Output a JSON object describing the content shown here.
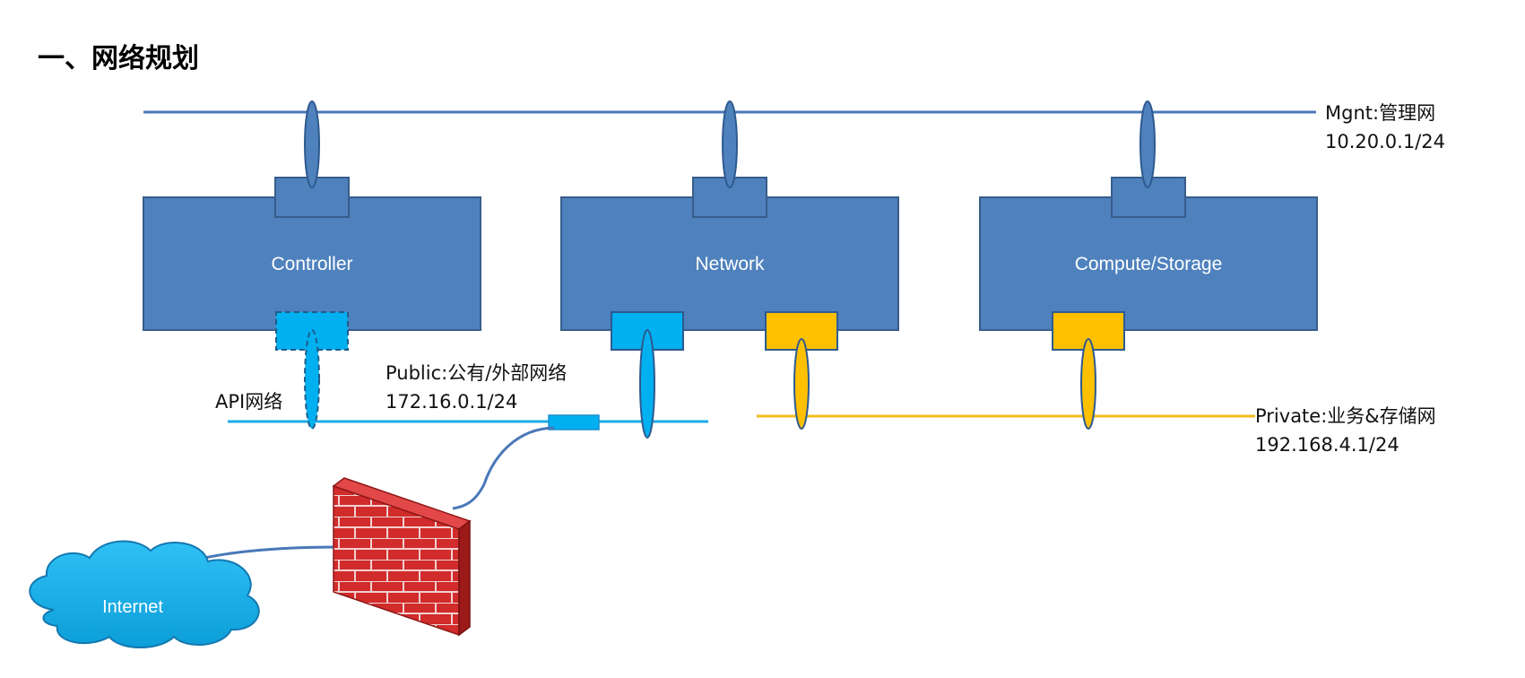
{
  "title": "一、网络规划",
  "networks": {
    "mgmt": {
      "name": "Mgnt:管理网",
      "subnet": "10.20.0.1/24",
      "color": "#4A78B8"
    },
    "api": {
      "name": "API网络",
      "color": "#1CACE6"
    },
    "public": {
      "name": "Public:公有/外部网络",
      "subnet": "172.16.0.1/24",
      "color": "#1CACE6"
    },
    "private": {
      "name": "Private:业务&存储网",
      "subnet": "192.168.4.1/24",
      "color": "#F5BC1C"
    }
  },
  "nodes": [
    {
      "label": "Controller"
    },
    {
      "label": "Network"
    },
    {
      "label": "Compute/Storage"
    }
  ],
  "internet": {
    "label": "Internet"
  },
  "colors": {
    "node_fill": "#4F81BD",
    "node_stroke": "#385D8A",
    "port_blue": "#00B0F0",
    "port_yellow": "#FFC000",
    "firewall_red": "#D42A2A"
  }
}
